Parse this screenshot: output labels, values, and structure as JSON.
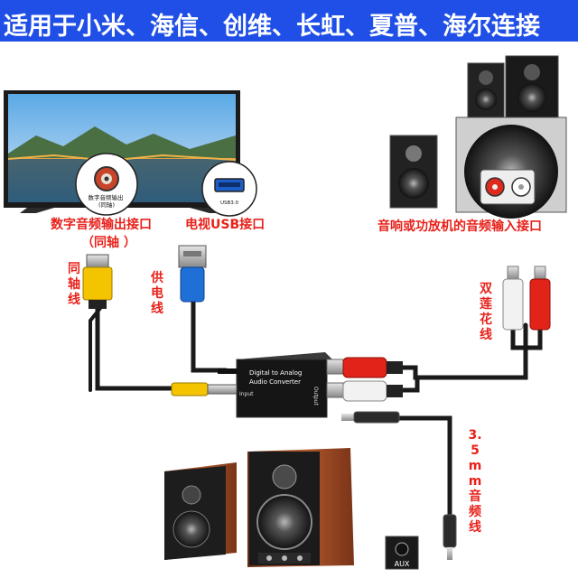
{
  "banner": {
    "title": "适用于小米、海信、创维、长虹、夏普、海尔连接"
  },
  "tv": {
    "optical_port_label": "数字音频输出\n(同轴)",
    "usb_port_label": "USB3.0"
  },
  "labels": {
    "tv_digital_out": "数字音频输出接口",
    "tv_digital_out_sub": "（同轴 ）",
    "tv_usb": "电视USB接口",
    "amp_input": "音响或功放机的音频输入接口",
    "coax_cable": "同轴线",
    "power_cable": "供电线",
    "rca_cable": "双莲花线",
    "aux_cable": "3.5mm音频线"
  },
  "converter": {
    "title_line1": "Digital  to Analog",
    "title_line2": "Audio Converter",
    "port_left": "Input",
    "port_right": "Output"
  },
  "speakers": {
    "aux_label": "AUX"
  },
  "colors": {
    "banner": "#1f4fe6",
    "label_red": "#e8211a",
    "cable": "#1a1a1a",
    "rca_red": "#e2231a",
    "rca_white": "#f2f2f2",
    "coax_yellow": "#f5c400",
    "usb_blue": "#1f6fd6"
  }
}
